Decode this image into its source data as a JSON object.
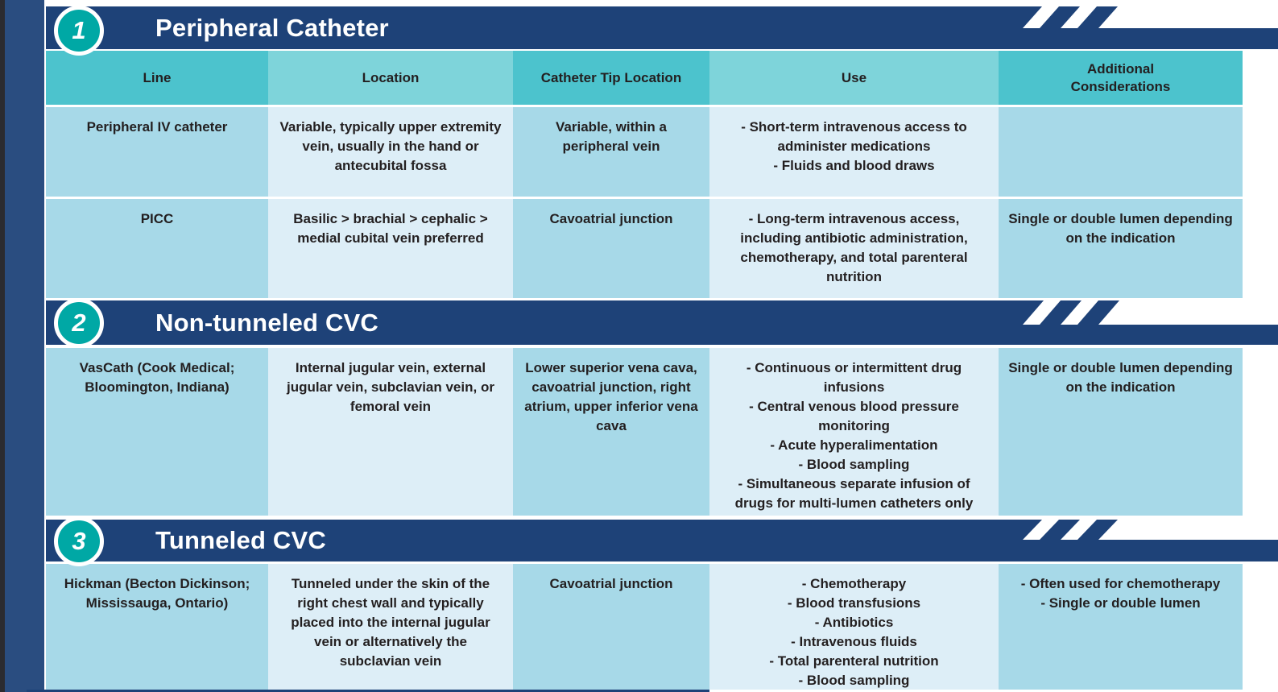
{
  "colors": {
    "navy_bar": "#1e4278",
    "left_edge_bar": "#2a4d80",
    "left_edge_black": "#2b2b30",
    "header_teal_dark": "#4cc3cd",
    "header_teal_light": "#7ed4da",
    "cell_blue_medium": "#a7d9e8",
    "cell_blue_light": "#ddeef7",
    "circle_teal": "#00a8a5",
    "text_dark": "#231f20",
    "title_white": "#ffffff"
  },
  "table": {
    "columns": [
      "Line",
      "Location",
      "Catheter Tip Location",
      "Use",
      "Additional Considerations"
    ]
  },
  "sections": [
    {
      "number": "1",
      "title": "Peripheral Catheter",
      "rows": [
        {
          "line": "Peripheral IV catheter",
          "location": "Variable, typically upper extremity vein, usually in the hand or antecubital fossa",
          "tip": "Variable, within a peripheral vein",
          "use": [
            "- Short-term intravenous access to administer medications",
            "- Fluids and blood draws"
          ],
          "additional": ""
        },
        {
          "line": "PICC",
          "location": "Basilic > brachial > cephalic > medial cubital vein preferred",
          "tip": "Cavoatrial junction",
          "use": [
            "- Long-term intravenous access, including antibiotic administration, chemotherapy, and total parenteral nutrition"
          ],
          "additional": "Single or double lumen depending on the indication"
        }
      ]
    },
    {
      "number": "2",
      "title": "Non-tunneled CVC",
      "rows": [
        {
          "line": "VasCath (Cook Medical; Bloomington, Indiana)",
          "location": "Internal jugular vein, external jugular vein, subclavian vein, or femoral vein",
          "tip": "Lower superior vena cava, cavoatrial junction, right atrium, upper inferior vena cava",
          "use": [
            "- Continuous or intermittent drug infusions",
            "- Central venous blood pressure monitoring",
            "- Acute hyperalimentation",
            "- Blood sampling",
            "- Simultaneous separate infusion of drugs for multi-lumen catheters only"
          ],
          "additional": "Single or double lumen depending on the indication"
        }
      ]
    },
    {
      "number": "3",
      "title": "Tunneled CVC",
      "rows": [
        {
          "line": "Hickman (Becton Dickinson; Mississauga, Ontario)",
          "location": "Tunneled under the skin of the right chest wall and typically placed into the internal jugular vein or alternatively the subclavian vein",
          "tip": "Cavoatrial junction",
          "use": [
            "- Chemotherapy",
            "- Blood transfusions",
            "- Antibiotics",
            "- Intravenous fluids",
            "- Total parenteral nutrition",
            "- Blood sampling"
          ],
          "additional": [
            "- Often used for chemotherapy",
            "- Single or double lumen"
          ]
        }
      ]
    }
  ]
}
